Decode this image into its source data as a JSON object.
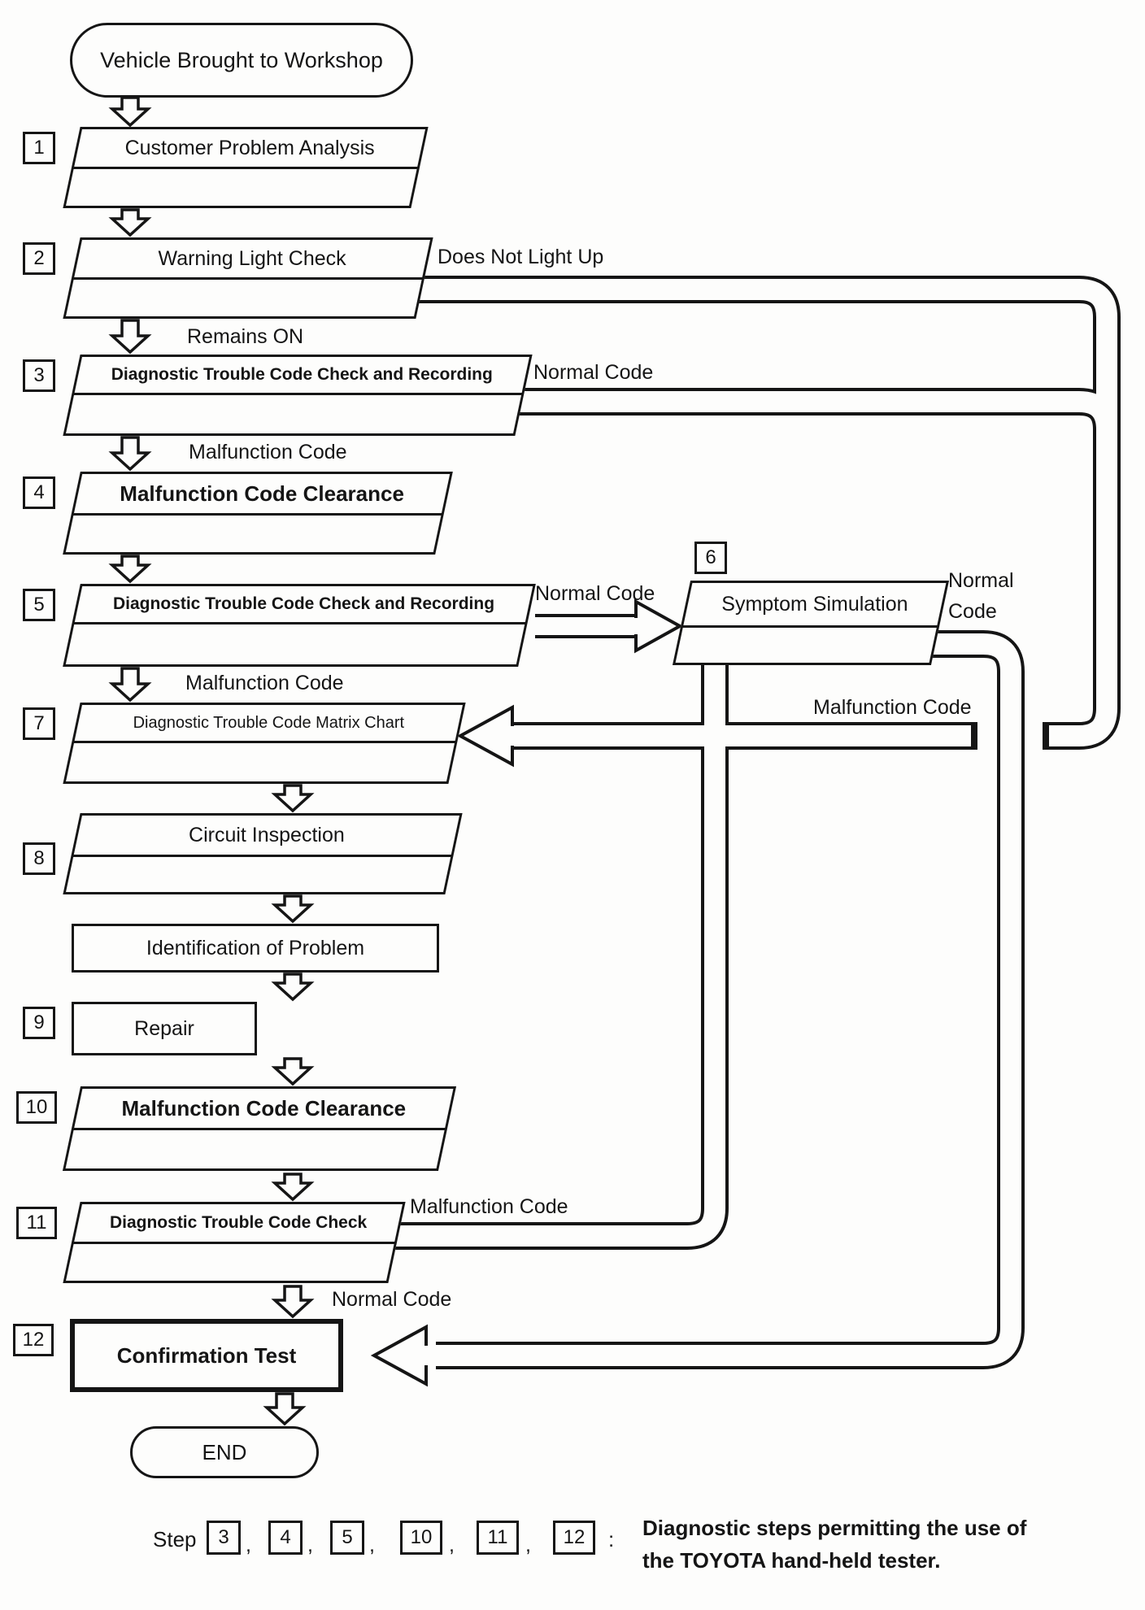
{
  "meta": {
    "description": "Toyota diagnostic troubleshooting flowchart",
    "ink": "#151515",
    "paper": "#fdfdfc"
  },
  "nodes": {
    "start": {
      "label": "Vehicle Brought to Workshop",
      "type": "terminator"
    },
    "s1": {
      "number": "1",
      "label": "Customer Problem Analysis",
      "type": "parallelogram"
    },
    "s2": {
      "number": "2",
      "label": "Warning Light Check",
      "type": "parallelogram"
    },
    "s3": {
      "number": "3",
      "label": "Diagnostic Trouble Code Check and Recording",
      "type": "parallelogram",
      "bold": true
    },
    "s4": {
      "number": "4",
      "label": "Malfunction Code Clearance",
      "type": "parallelogram",
      "bold": true
    },
    "s5": {
      "number": "5",
      "label": "Diagnostic Trouble Code Check and Recording",
      "type": "parallelogram",
      "bold": true
    },
    "s6": {
      "number": "6",
      "label": "Symptom Simulation",
      "type": "parallelogram"
    },
    "s7": {
      "number": "7",
      "label": "Diagnostic Trouble Code Matrix Chart",
      "type": "parallelogram"
    },
    "s8": {
      "number": "8",
      "label": "Circuit Inspection",
      "type": "parallelogram"
    },
    "identification": {
      "label": "Identification of Problem",
      "type": "rectangle"
    },
    "s9": {
      "number": "9",
      "label": "Repair",
      "type": "rectangle"
    },
    "s10": {
      "number": "10",
      "label": "Malfunction Code Clearance",
      "type": "parallelogram",
      "bold": true
    },
    "s11": {
      "number": "11",
      "label": "Diagnostic Trouble Code Check",
      "type": "parallelogram",
      "bold": true
    },
    "s12": {
      "number": "12",
      "label": "Confirmation Test",
      "type": "rectangle",
      "bold": true
    },
    "end": {
      "label": "END",
      "type": "terminator"
    }
  },
  "edge_labels": {
    "does_not_light_up": "Does Not Light Up",
    "remains_on": "Remains ON",
    "normal_code_s3": "Normal Code",
    "malfunction_code_s3": "Malfunction Code",
    "normal_code_s5": "Normal Code",
    "normal_code_s6_line1": "Normal",
    "normal_code_s6_line2": "Code",
    "malfunction_code_s6": "Malfunction Code",
    "malfunction_code_s5": "Malfunction Code",
    "malfunction_code_s11": "Malfunction Code",
    "normal_code_s11": "Normal Code"
  },
  "legend": {
    "step_word": "Step",
    "steps": [
      "3",
      "4",
      "5",
      "10",
      "11",
      "12"
    ],
    "separator": ",",
    "colon": ":",
    "text_line1": "Diagnostic steps permitting the use of",
    "text_line2": "the TOYOTA hand-held tester."
  }
}
